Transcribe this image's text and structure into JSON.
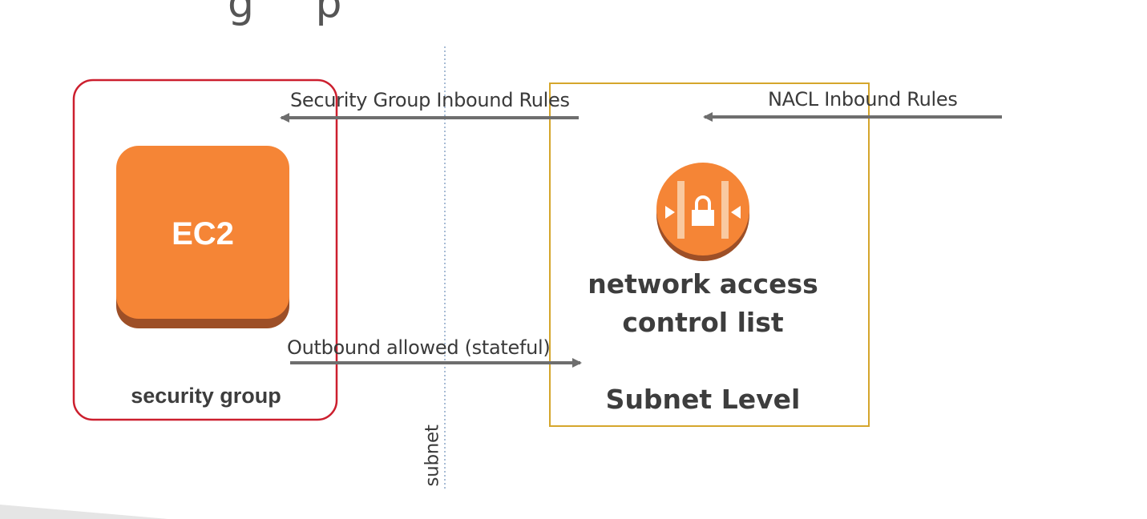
{
  "title_fragment": "g  p",
  "ec2": {
    "label": "EC2"
  },
  "security_group": {
    "label": "security group"
  },
  "nacl": {
    "label_line1": "network access",
    "label_line2": "control list",
    "subnet_level": "Subnet Level"
  },
  "subnet_divider": {
    "label": "subnet"
  },
  "arrows": {
    "sg_inbound": "Security Group Inbound Rules",
    "nacl_inbound": "NACL Inbound Rules",
    "outbound": "Outbound allowed (stateful)"
  },
  "colors": {
    "ec2_orange": "#f58536",
    "ec2_shadow": "#9d4f27",
    "sg_border": "#cc1f2e",
    "nacl_border": "#d5a62c",
    "arrow": "#6e6e6e",
    "divider": "#8aa6c7",
    "text": "#3d3d3d"
  }
}
